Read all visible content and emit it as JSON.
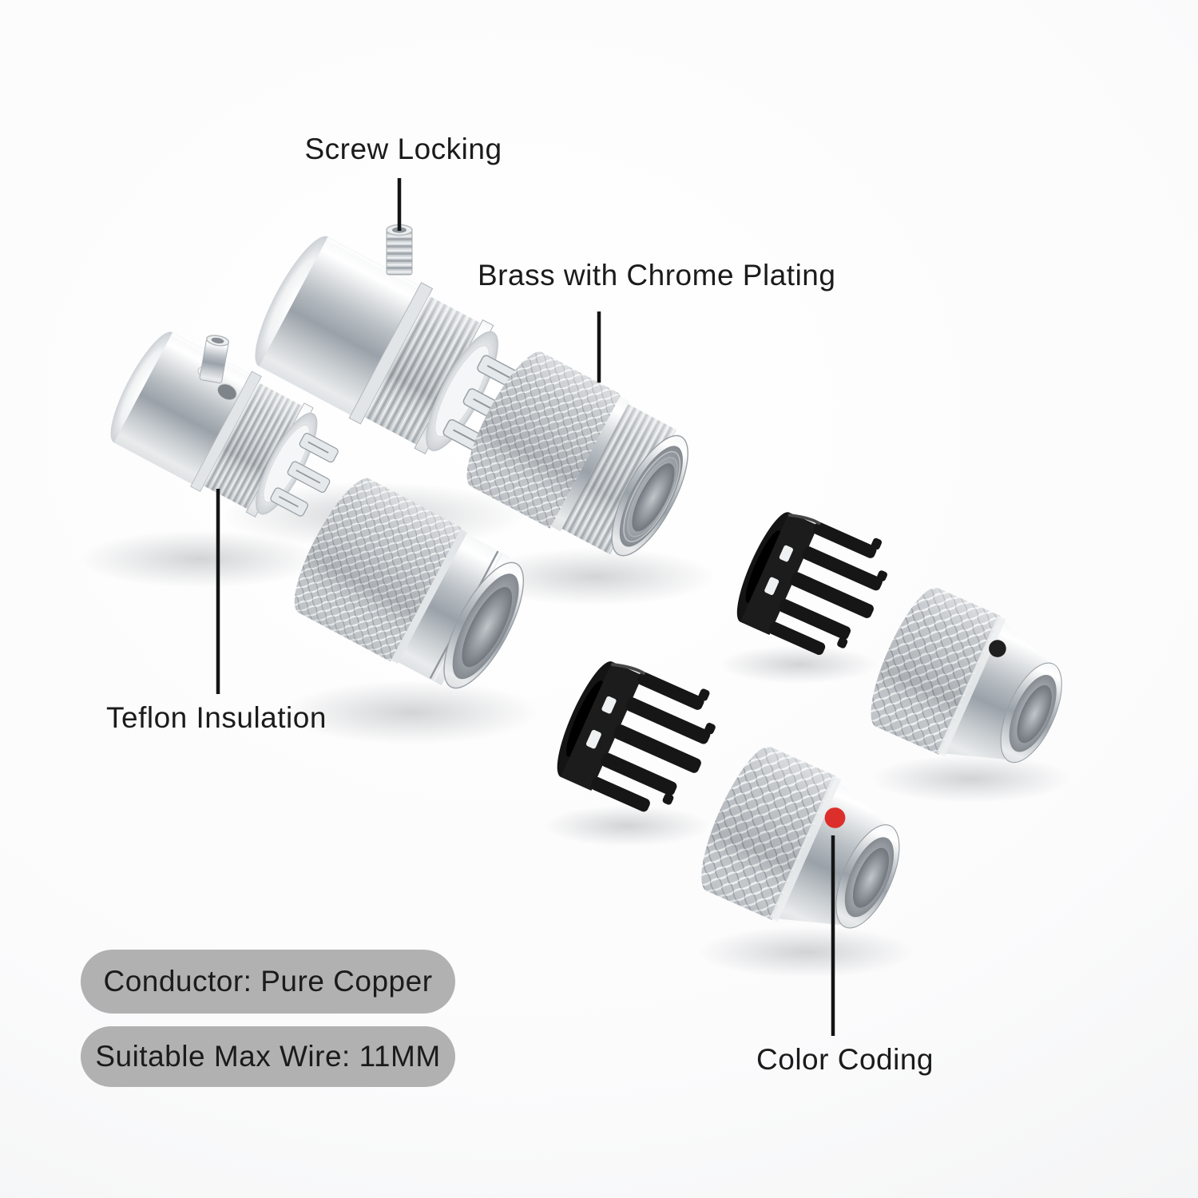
{
  "image": {
    "description": "Exploded parts view of two chrome XLR audio connectors with callout annotations"
  },
  "annotations": {
    "screw_locking": "Screw Locking",
    "brass_plating": "Brass with Chrome Plating",
    "teflon_insulation": "Teflon Insulation",
    "color_coding": "Color Coding"
  },
  "spec_badges": [
    {
      "label": "Conductor: Pure Copper"
    },
    {
      "label": "Suitable Max Wire: 11MM"
    }
  ],
  "markers": {
    "red_dot_color": "#dc2f2c",
    "black_dot_color": "#1f1f1f"
  },
  "colors": {
    "background": "#fbfbfc",
    "badge_background": "#b1b1b1",
    "text": "#1b1b1b",
    "leader_line": "#141414"
  },
  "parts": [
    {
      "name": "connector-insert-with-screw"
    },
    {
      "name": "connector-insert-with-tube"
    },
    {
      "name": "shell-barrel-threaded"
    },
    {
      "name": "shell-barrel-smooth"
    },
    {
      "name": "cable-clamp-rear"
    },
    {
      "name": "cable-clamp-front"
    },
    {
      "name": "end-cap-black-dot"
    },
    {
      "name": "end-cap-red-dot"
    }
  ]
}
